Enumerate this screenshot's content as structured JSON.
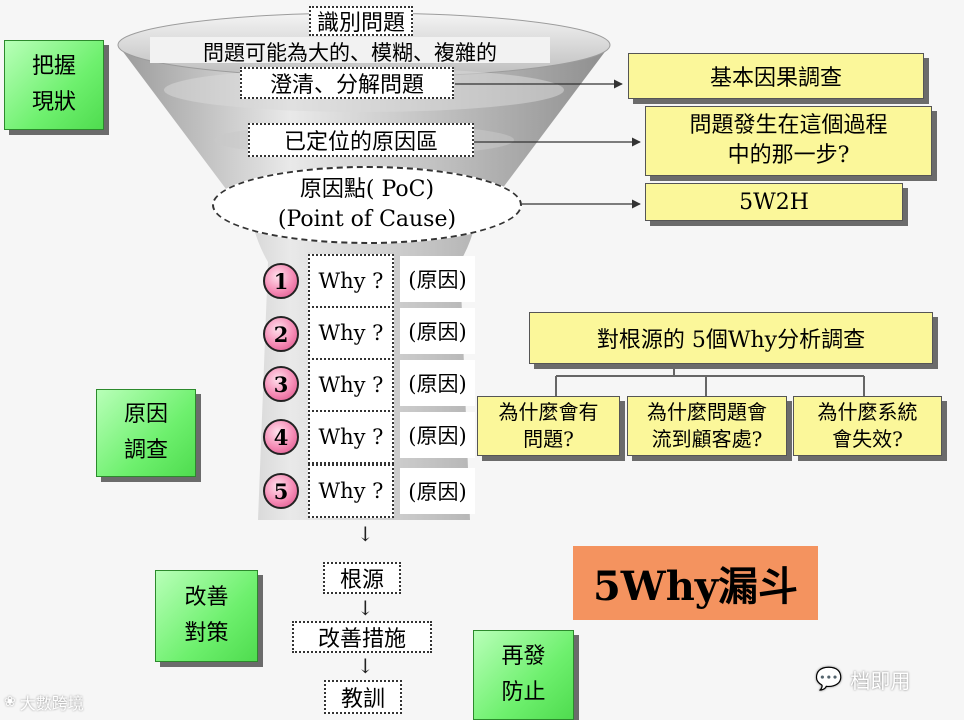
{
  "funnel": {
    "identify": "識別問題",
    "description": "問題可能為大的、模糊、複雜的",
    "clarify": "澄清、分解問題",
    "located_area": "已定位的原因區",
    "poc_line1": "原因點( PoC)",
    "poc_line2": "(Point of Cause)"
  },
  "right_boxes": {
    "basic": "基本因果調查",
    "step": "問題發生在這個過程\n中的那一步?",
    "w2h": "5W2H"
  },
  "whys": [
    {
      "num": "1",
      "label": "Why ?",
      "cause": "(原因)"
    },
    {
      "num": "2",
      "label": "Why ?",
      "cause": "(原因)"
    },
    {
      "num": "3",
      "label": "Why ?",
      "cause": "(原因)"
    },
    {
      "num": "4",
      "label": "Why ?",
      "cause": "(原因)"
    },
    {
      "num": "5",
      "label": "Why ?",
      "cause": "(原因)"
    }
  ],
  "bottom_steps": {
    "root": "根源",
    "improve": "改善措施",
    "lesson": "教訓"
  },
  "phases": {
    "grasp": "把握\n現狀",
    "cause": "原因\n調查",
    "improve": "改善\n對策",
    "prevent": "再發\n防止"
  },
  "analysis": {
    "title": "對根源的 5個Why分析調查",
    "branches": [
      "為什麼會有\n問題?",
      "為什麼問題會\n流到顧客處?",
      "為什麼系統\n會失效?"
    ]
  },
  "main_title": "5Why漏斗",
  "watermark_left": "大數跨境",
  "watermark_right": "档即用",
  "colors": {
    "phase_green": "#6ef06e",
    "yellow": "#fbf79a",
    "title_orange": "#f4935f",
    "number_pink": "#f58bb5"
  }
}
